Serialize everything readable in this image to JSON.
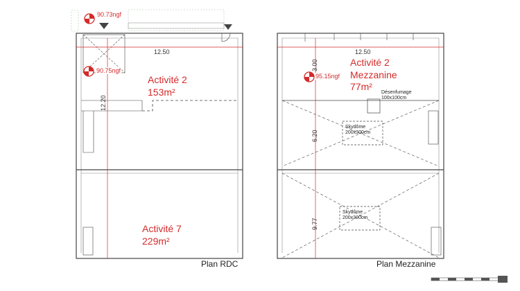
{
  "plans": [
    {
      "caption": "Plan RDC",
      "dims": {
        "width": "12.50",
        "height": "12.20"
      },
      "levels": [
        "90.73ngf",
        "90.75ngf"
      ],
      "rooms": [
        {
          "name": "Activité 2",
          "area": "153m²"
        },
        {
          "name": "Activité 7",
          "area": "229m²"
        }
      ]
    },
    {
      "caption": "Plan Mezzanine",
      "dims": {
        "width": "12.50",
        "height_top": "6.20",
        "height_bottom": "9.77",
        "height_level": "3.00"
      },
      "levels": [
        "95.15ngf"
      ],
      "room": {
        "name": "Activité 2",
        "sub": "Mezzanine",
        "area": "77m²"
      },
      "desenfumage": {
        "label": "Désenfumage",
        "size": "100x100cm"
      },
      "skydomes": [
        {
          "label": "Skydôme",
          "size": "200x300cm"
        },
        {
          "label": "Skydôme",
          "size": "200x300cm"
        }
      ]
    }
  ],
  "colors": {
    "accent": "#d42a2a",
    "walls": "#444444"
  }
}
